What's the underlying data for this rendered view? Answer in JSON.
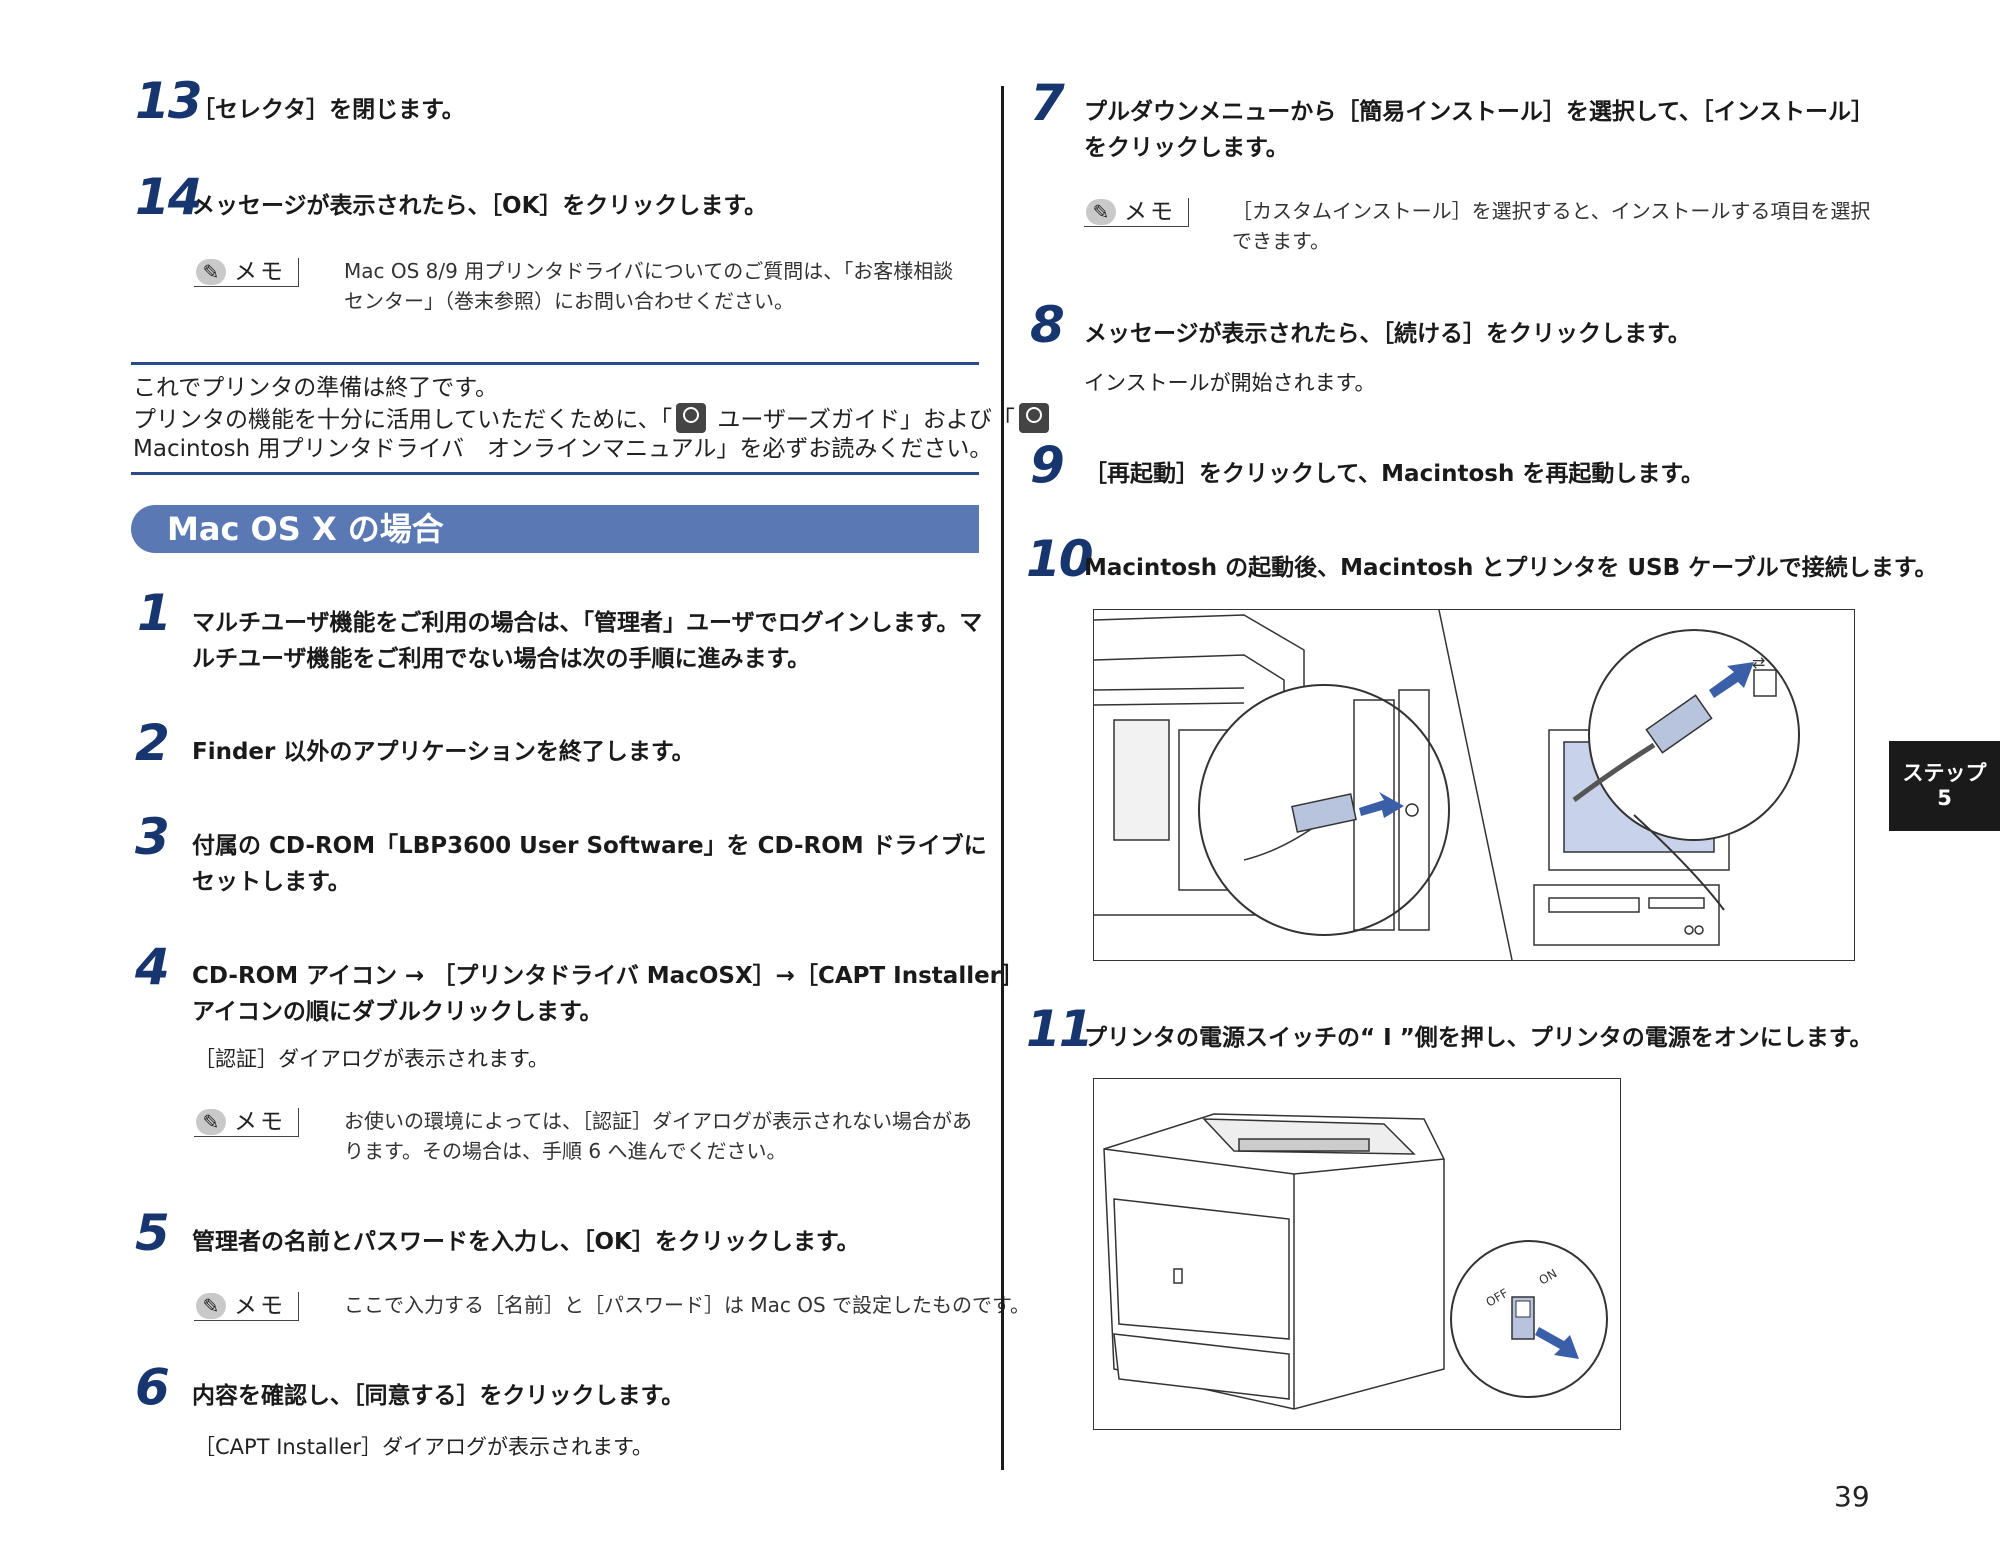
{
  "left": {
    "step13": {
      "num": "13",
      "text": "［セレクタ］を閉じます。"
    },
    "step14": {
      "num": "14",
      "text": "メッセージが表示されたら、［OK］をクリックします。"
    },
    "memo1": {
      "label": "メモ",
      "line1": "Mac OS 8/9 用プリンタドライバについてのご質問は、「お客様相談",
      "line2": "センター」（巻末参照）にお問い合わせください。"
    },
    "notice": {
      "line1": "これでプリンタの準備は終了です。",
      "line2a": "プリンタの機能を十分に活用していただくために、「",
      "line2b": " ユーザーズガイド」および「",
      "line3": "Macintosh 用プリンタドライバ　オンラインマニュアル」を必ずお読みください。"
    },
    "section_title": "Mac OS X の場合",
    "step1": {
      "num": "1",
      "line1": "マルチユーザ機能をご利用の場合は、「管理者」ユーザでログインします。マ",
      "line2": "ルチユーザ機能をご利用でない場合は次の手順に進みます。"
    },
    "step2": {
      "num": "2",
      "text": "Finder 以外のアプリケーションを終了します。"
    },
    "step3": {
      "num": "3",
      "line1": "付属の CD-ROM「LBP3600 User Software」を CD-ROM ドライブに",
      "line2": "セットします。"
    },
    "step4": {
      "num": "4",
      "line1": "CD-ROM アイコン → ［プリンタドライバ MacOSX］→［CAPT Installer］",
      "line2": "アイコンの順にダブルクリックします。",
      "sub": "［認証］ダイアログが表示されます。"
    },
    "memo2": {
      "label": "メモ",
      "line1": "お使いの環境によっては、［認証］ダイアログが表示されない場合があ",
      "line2": "ります。その場合は、手順 6 へ進んでください。"
    },
    "step5": {
      "num": "5",
      "text": "管理者の名前とパスワードを入力し、［OK］をクリックします。"
    },
    "memo3": {
      "label": "メモ",
      "line1": "ここで入力する［名前］と［パスワード］は Mac OS で設定したものです。"
    },
    "step6": {
      "num": "6",
      "text": "内容を確認し、［同意する］をクリックします。",
      "sub": "［CAPT Installer］ダイアログが表示されます。"
    }
  },
  "right": {
    "step7": {
      "num": "7",
      "line1": "プルダウンメニューから［簡易インストール］を選択して、［インストール］",
      "line2": "をクリックします。"
    },
    "memo4": {
      "label": "メモ",
      "line1": "［カスタムインストール］を選択すると、インストールする項目を選択",
      "line2": "できます。"
    },
    "step8": {
      "num": "8",
      "text": "メッセージが表示されたら、［続ける］をクリックします。",
      "sub": "インストールが開始されます。"
    },
    "step9": {
      "num": "9",
      "text": "［再起動］をクリックして、Macintosh を再起動します。"
    },
    "step10": {
      "num": "10",
      "text": "Macintosh の起動後、Macintosh とプリンタを USB ケーブルで接続します。"
    },
    "step11": {
      "num": "11",
      "text": "プリンタの電源スイッチの“ I ”側を押し、プリンタの電源をオンにします。"
    },
    "switch_off": "OFF",
    "switch_on": "ON"
  },
  "tab": {
    "line1": "ステップ",
    "line2": "5"
  },
  "page_number": "39",
  "icons": [
    "pencil-icon",
    "cd-rom-icon",
    "usb-icon"
  ],
  "colors": {
    "accent": "#17366f",
    "section": "#5a79b4",
    "rule": "#2a4a8c"
  }
}
